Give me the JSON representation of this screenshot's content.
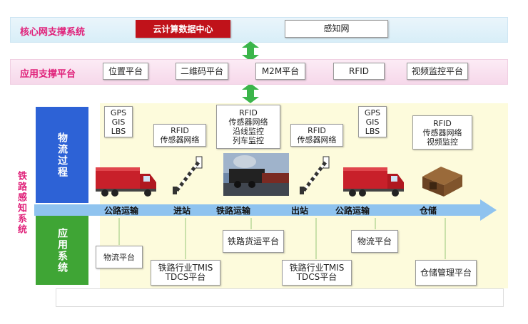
{
  "core_layer": {
    "label": "核心网支撑系统",
    "cloud": "云计算数据中心",
    "iot": "感知网"
  },
  "app_layer": {
    "label": "应用支撑平台",
    "items": [
      "位置平台",
      "二维码平台",
      "M2M平台",
      "RFID",
      "视频监控平台"
    ]
  },
  "rail_label": "铁路感知系统",
  "logistics_label": "物流过程",
  "app_system_label": "应用系统",
  "sensors": [
    [
      "GPS",
      "GIS",
      "LBS"
    ],
    [
      "RFID",
      "传感器网络"
    ],
    [
      "RFID",
      "传感器网络",
      "沿线监控",
      "列车监控"
    ],
    [
      "RFID",
      "传感器网络"
    ],
    [
      "GPS",
      "GIS",
      "LBS"
    ],
    [
      "RFID",
      "传感器网络",
      "视频监控"
    ]
  ],
  "stages": [
    "公路运输",
    "进站",
    "铁路运输",
    "出站",
    "公路运输",
    "仓储"
  ],
  "app_systems": [
    [
      "物流平台"
    ],
    [
      "铁路行业TMIS",
      "TDCS平台"
    ],
    [
      "铁路货运平台"
    ],
    [
      "铁路行业TMIS",
      "TDCS平台"
    ],
    [
      "物流平台"
    ],
    [
      "仓储管理平台"
    ]
  ],
  "colors": {
    "accent": "#e0227a",
    "cloud": "#c0121a",
    "logistics": "#2d62d6",
    "app_system": "#3fa535",
    "arrow": "#8fc3ef",
    "connector": "#3bb54a"
  }
}
